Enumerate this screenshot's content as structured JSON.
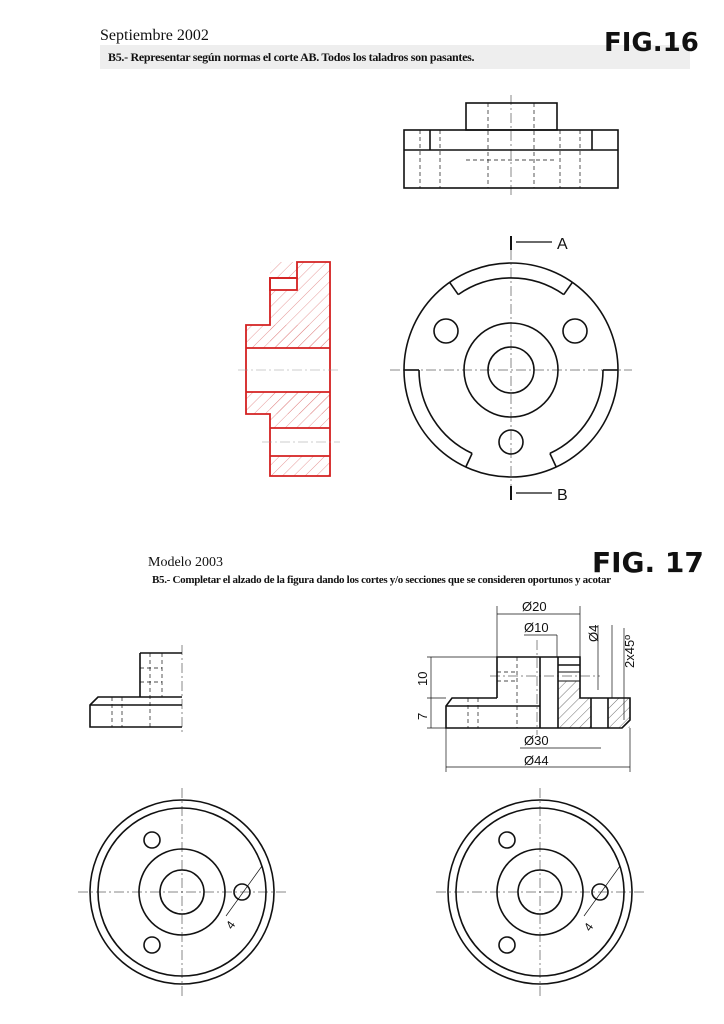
{
  "fig16": {
    "date": "Septiembre 2002",
    "task": "B5.- Representar según normas el corte AB. Todos los taladros son pasantes.",
    "label": "FIG.16",
    "cut_a": "A",
    "cut_b": "B",
    "section_color": "#d42020"
  },
  "fig17": {
    "date": "Modelo 2003",
    "task": "B5.- Completar el alzado de la figura dando los cortes y/o secciones que se consideren oportunos y acotar",
    "label": "FIG. 17",
    "dims": {
      "d20": "Ø20",
      "d10": "Ø10",
      "d4": "Ø4",
      "chamfer": "2x45º",
      "h10": "10",
      "h7": "7",
      "d30": "Ø30",
      "d44": "Ø44",
      "hole_left": "4",
      "hole_right": "4"
    }
  }
}
